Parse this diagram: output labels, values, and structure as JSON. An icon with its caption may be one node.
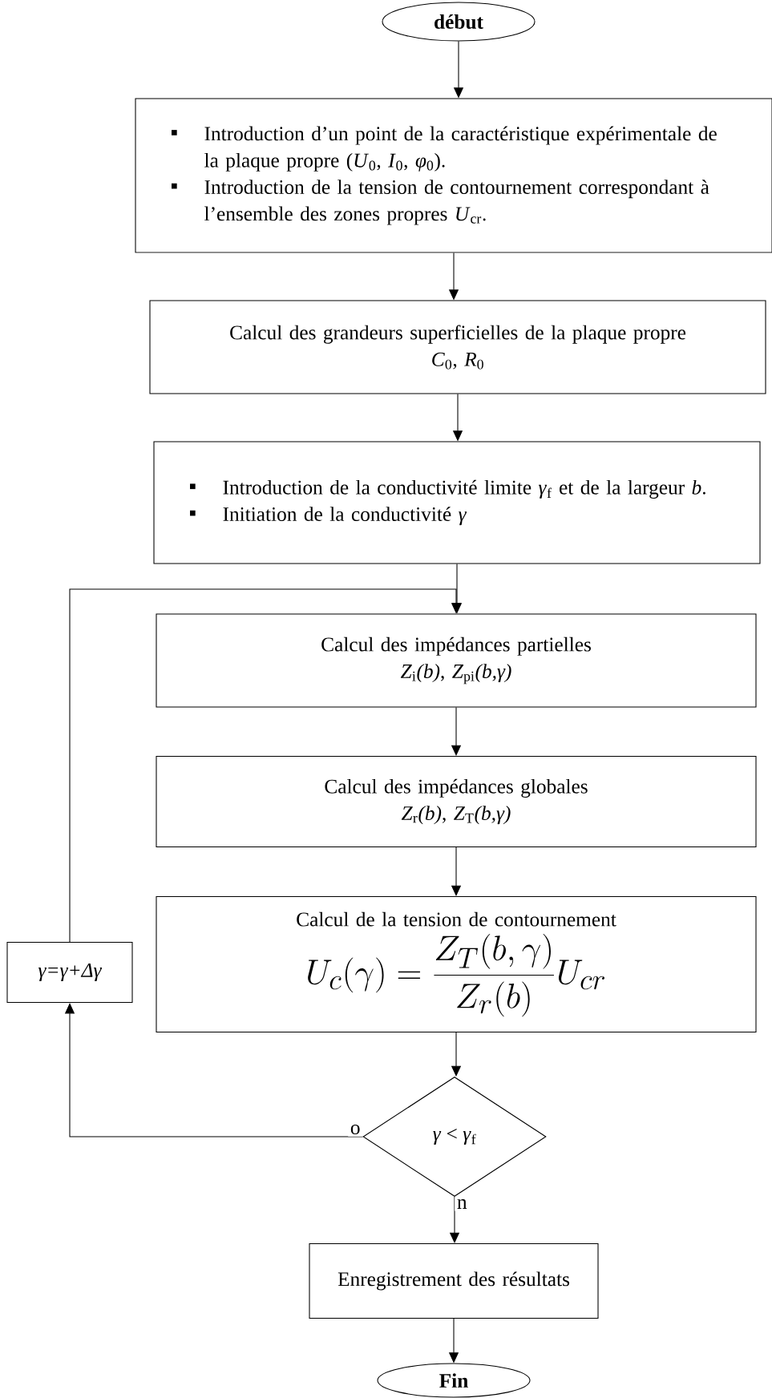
{
  "diagram": {
    "nodes": [
      {
        "text": [
          "début"
        ]
      },
      {
        "text": [
          "Introduction d’un point de la caractéristique expérimentale de la plaque propre (*U*$_{0}$, *I*$_{0}$, *φ*$_{0}$).",
          "Introduction de la tension de contournement correspondant à l’ensemble des zones propres *U*$_{cr}$."
        ]
      },
      {
        "text": [
          "Calcul des grandeurs superficielles de la plaque propre",
          "*C*$_{0}$, *R*$_{0}$"
        ]
      },
      {
        "text": [
          "Introduction de la conductivité limite *γ*$_{f}$ et de la largeur *b*.",
          "Initiation de la conductivité *γ*"
        ]
      },
      {
        "text": [
          "Calcul des impédances partielles",
          "*Z*$_{i}$*(b)*, *Z*$_{pi}$*(b,γ)*"
        ]
      },
      {
        "text": [
          "Calcul des impédances globales",
          "*Z*$_{r}$*(b)*, *Z*$_{T}$*(b,γ)*"
        ]
      },
      {
        "text": [
          "Calcul de la tension de contournement",
          "U_c(\\gamma)=\\frac{Z_T(b,\\gamma)}{Z_r(b)}U_{cr}"
        ]
      },
      {
        "text": [
          "γ=γ+Δγ"
        ]
      },
      {
        "text": [
          "*γ* < *γ*$_{f}$"
        ]
      },
      {
        "text": [
          "Enregistrement des résultats"
        ]
      },
      {
        "text": [
          "Fin"
        ]
      }
    ],
    "edges": [
      {
        "from": 0,
        "to": 1,
        "arrow": "to"
      },
      {
        "from": 1,
        "to": 2,
        "arrow": "to"
      },
      {
        "from": 2,
        "to": 3,
        "arrow": "to"
      },
      {
        "from": 3,
        "to": 4,
        "arrow": "to"
      },
      {
        "from": 4,
        "to": 5,
        "arrow": "to"
      },
      {
        "from": 5,
        "to": 6,
        "arrow": "to"
      },
      {
        "from": 6,
        "to": 8,
        "arrow": "to"
      },
      {
        "from": 8,
        "to": 7,
        "arrow": "to",
        "label": "o"
      },
      {
        "from": 7,
        "to": 4,
        "arrow": "to"
      },
      {
        "from": 8,
        "to": 9,
        "arrow": "to",
        "label": "n"
      },
      {
        "from": 9,
        "to": 10,
        "arrow": "to"
      }
    ]
  }
}
